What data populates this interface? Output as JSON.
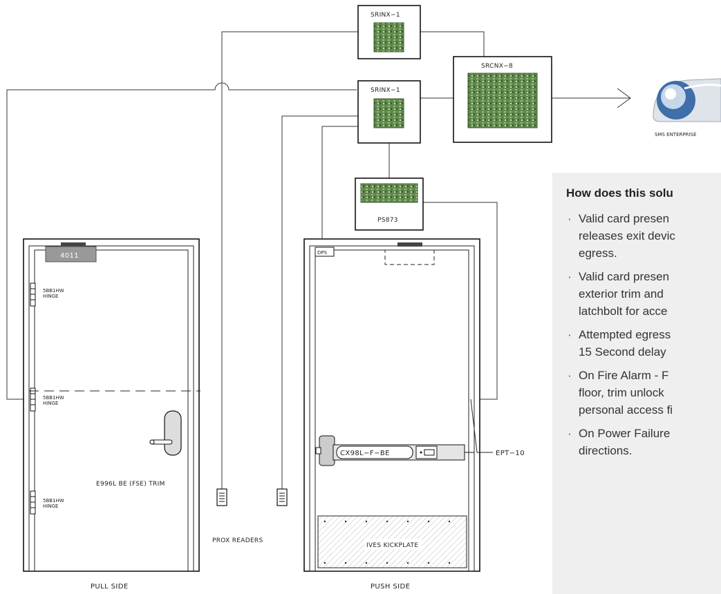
{
  "diagram": {
    "srinx_top": "SRINX−1",
    "srinx_mid": "SRINX−1",
    "srcnx": "SRCNX−8",
    "sms": "SMS ENTERPRISE",
    "ps": "PS873",
    "dps": "DPS",
    "room_number": "4011",
    "hinge_model": "5BB1HW",
    "hinge_label": "HINGE",
    "trim": "E996L BE (FSE) TRIM",
    "prox_readers": "PROX READERS",
    "exit_device": "CX98L−F−BE",
    "ept": "EPT−10",
    "kickplate": "IVES KICKPLATE",
    "pull_side": "PULL SIDE",
    "push_side": "PUSH SIDE"
  },
  "panel": {
    "title": "How does this solu",
    "items": [
      "Valid card presen\nreleases exit devic\negress.",
      "Valid card presen\nexterior trim and \nlatchbolt for acce",
      "Attempted egress\n15 Second delay ",
      "On Fire Alarm - F\nfloor, trim unlock\npersonal access fi",
      "On Power Failure\ndirections."
    ]
  }
}
